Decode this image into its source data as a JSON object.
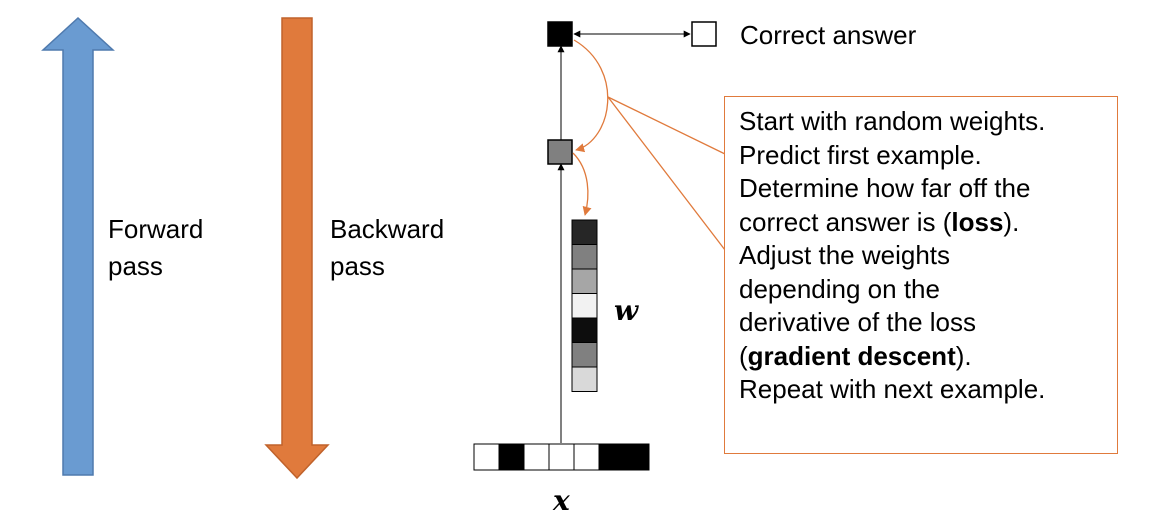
{
  "forward_label": [
    "Forward",
    "pass"
  ],
  "backward_label": [
    "Backward",
    "pass"
  ],
  "correct_answer": "Correct answer",
  "weights_symbol": "w",
  "input_symbol": "x",
  "colors": {
    "forward_arrow": "#6A9BD1",
    "backward_arrow": "#E07A3C",
    "note_border": "#E07A3C",
    "feedback_arrow": "#E07A3C"
  },
  "output_node_color": "#000000",
  "hidden_node_color": "#808080",
  "weights_cells": [
    "#262626",
    "#808080",
    "#A6A6A6",
    "#F2F2F2",
    "#0D0D0D",
    "#808080",
    "#D9D9D9"
  ],
  "input_cells": [
    "#FFFFFF",
    "#000000",
    "#FFFFFF",
    "#FFFFFF",
    "#FFFFFF",
    "#000000",
    "#000000"
  ],
  "note": {
    "l1": "Start with random weights.",
    "l2": "Predict first example.",
    "l3": "Determine how far off the",
    "l4_pre": "correct answer is (",
    "l4_bold": "loss",
    "l4_post": ").",
    "l5": "Adjust the weights",
    "l6": "depending on the",
    "l7": "derivative of the loss",
    "l8_pre": "(",
    "l8_bold": "gradient descent",
    "l8_post": ").",
    "l9": "Repeat with next example."
  }
}
